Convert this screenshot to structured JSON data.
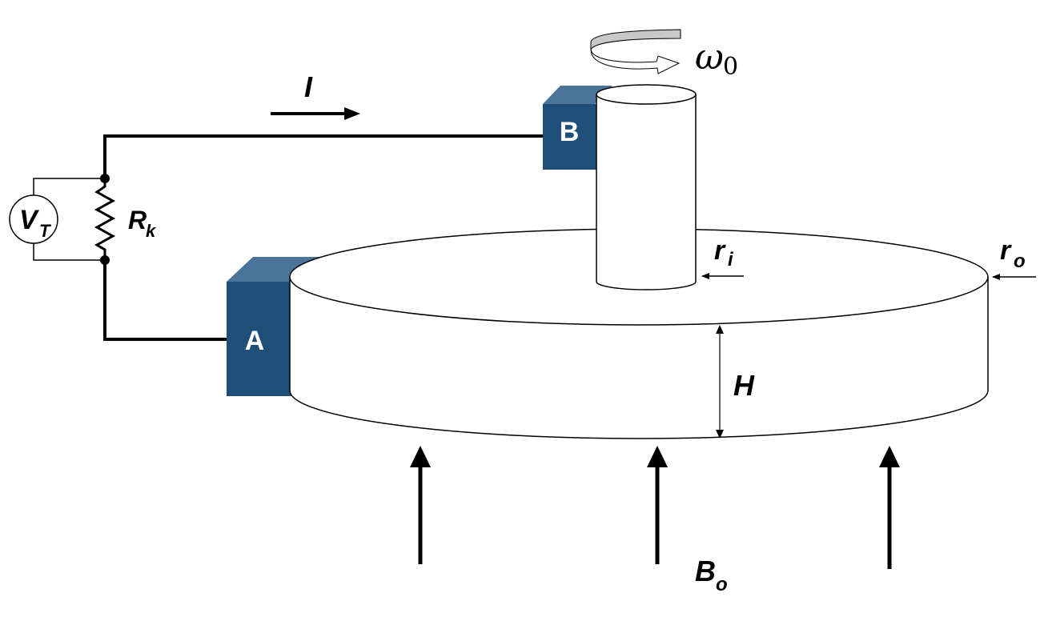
{
  "labels": {
    "current": "I",
    "omega_main": "ω",
    "omega_sub": "0",
    "terminal_a": "A",
    "terminal_b": "B",
    "voltmeter_main": "V",
    "voltmeter_sub": "T",
    "resistor_main": "R",
    "resistor_sub": "k",
    "inner_radius_main": "r",
    "inner_radius_sub": "i",
    "outer_radius_main": "r",
    "outer_radius_sub": "o",
    "height": "H",
    "field_main": "B",
    "field_sub": "o"
  },
  "colors": {
    "terminal_front": "#1f4e79",
    "terminal_top": "#4a7499",
    "wire": "#000000",
    "disk_fill": "#ffffff",
    "rotation_band": "#c8c8c8"
  }
}
